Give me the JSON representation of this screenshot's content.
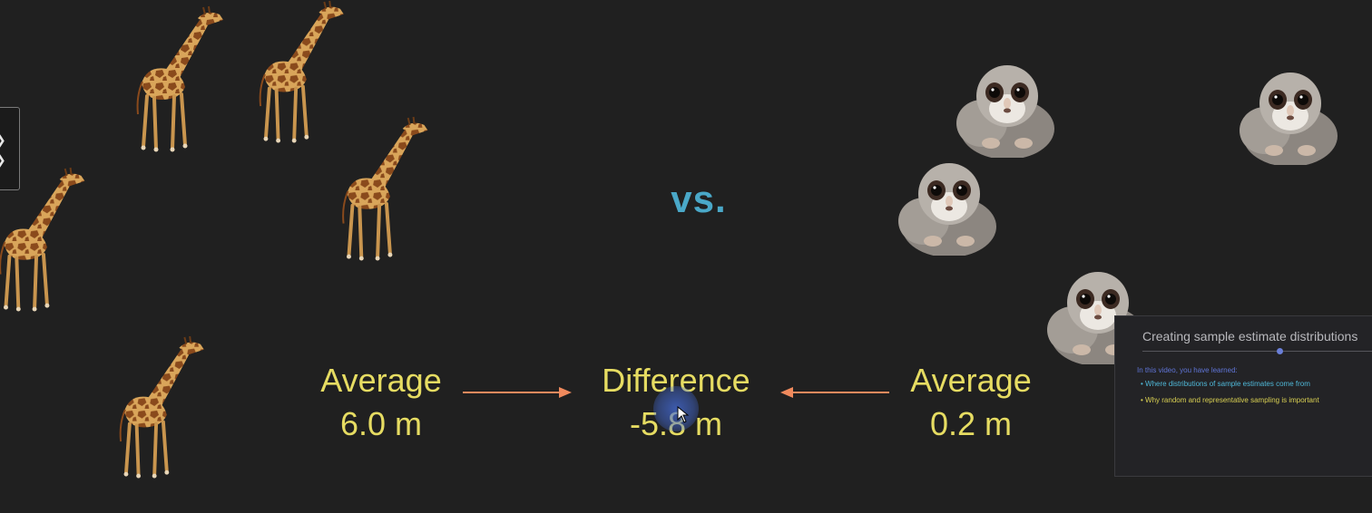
{
  "slide": {
    "vs_text": "vs.",
    "left_average": {
      "label": "Average",
      "value": "6.0 m"
    },
    "difference": {
      "label": "Difference",
      "value": "-5.8 m"
    },
    "right_average": {
      "label": "Average",
      "value": "0.2 m"
    }
  },
  "pip": {
    "title": "Creating sample estimate distributions",
    "subtitle": "In this video, you have learned:",
    "bullets": [
      "Where distributions of sample estimates come from",
      "Why random and representative sampling is important"
    ]
  },
  "colors": {
    "background": "#202020",
    "stat_text": "#e6dc62",
    "vs_text": "#4aa8c8",
    "arrow": "#f08a5d"
  }
}
